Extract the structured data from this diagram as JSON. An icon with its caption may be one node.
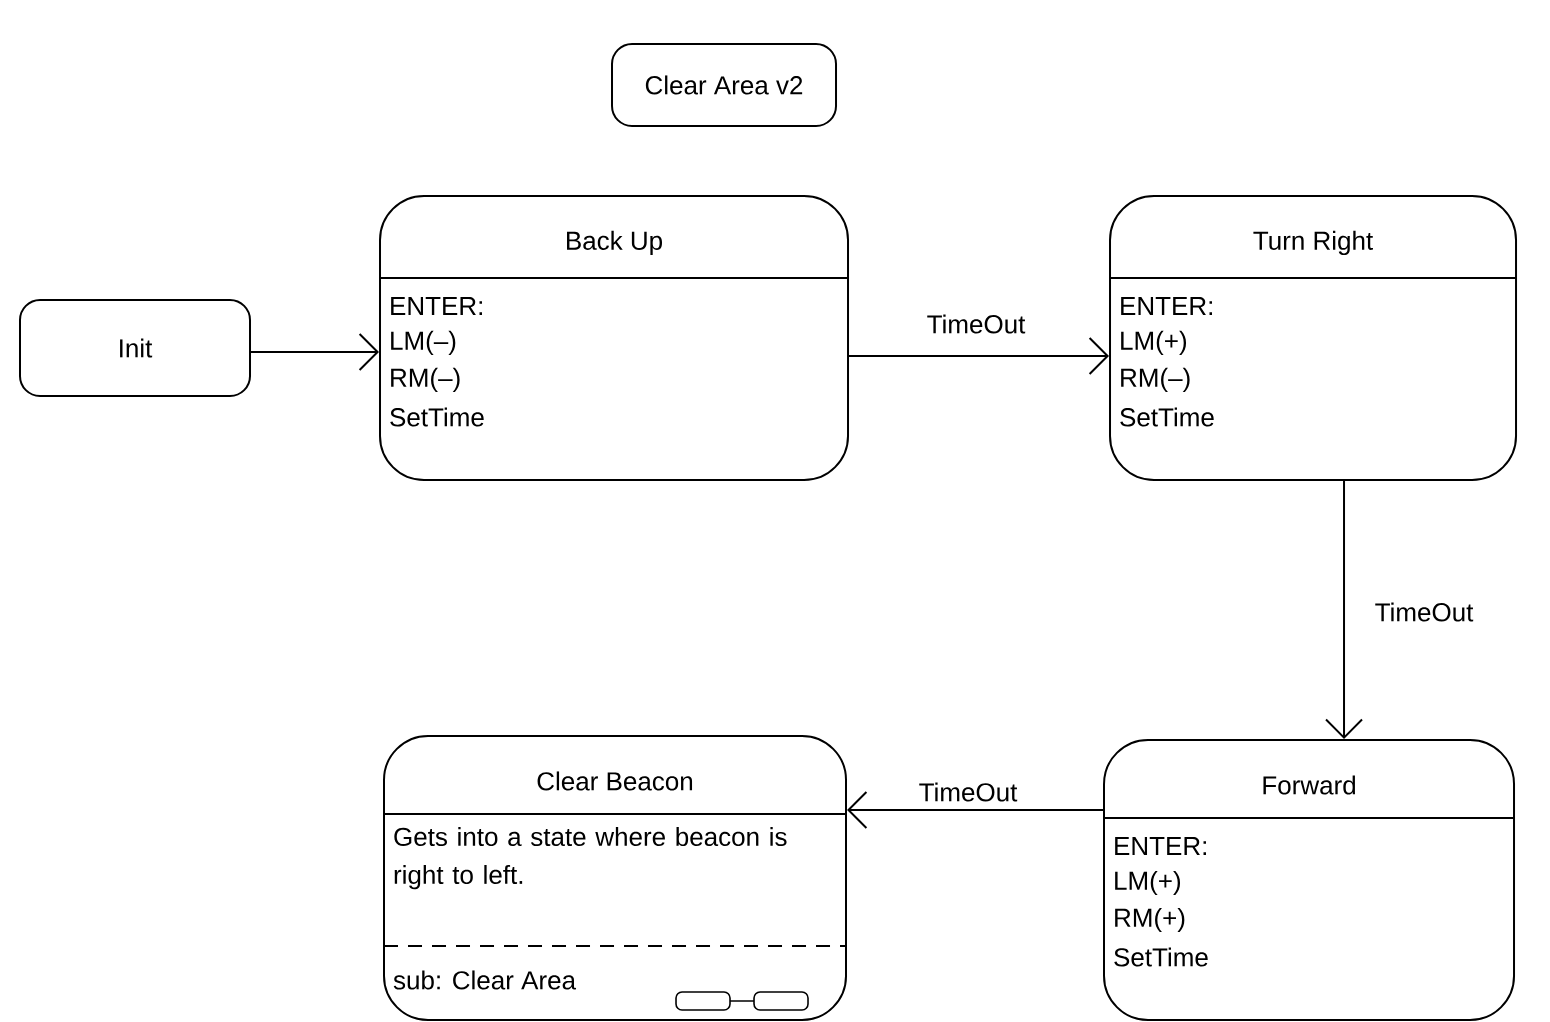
{
  "diagram": {
    "nodes": [
      {
        "text": [
          "Clear Area v2"
        ]
      },
      {
        "text": [
          "Init"
        ]
      },
      {
        "text": [
          "Back Up",
          "ENTER:",
          "LM(–)",
          "RM(–)",
          "SetTime"
        ]
      },
      {
        "text": [
          "Turn Right",
          "ENTER:",
          "LM(+)",
          "RM(–)",
          "SetTime"
        ]
      },
      {
        "text": [
          "Forward",
          "ENTER:",
          "LM(+)",
          "RM(+)",
          "SetTime"
        ]
      },
      {
        "text": [
          "Clear Beacon",
          "Gets into a state where beacon is right to left.",
          "sub: Clear Area"
        ]
      }
    ],
    "edges": [
      {
        "from": 1,
        "to": 2,
        "arrow": "to"
      },
      {
        "from": 2,
        "to": 3,
        "arrow": "to",
        "label": "TimeOut"
      },
      {
        "from": 3,
        "to": 4,
        "arrow": "to",
        "label": "TimeOut"
      },
      {
        "from": 4,
        "to": 5,
        "arrow": "to",
        "label": "TimeOut"
      }
    ]
  }
}
